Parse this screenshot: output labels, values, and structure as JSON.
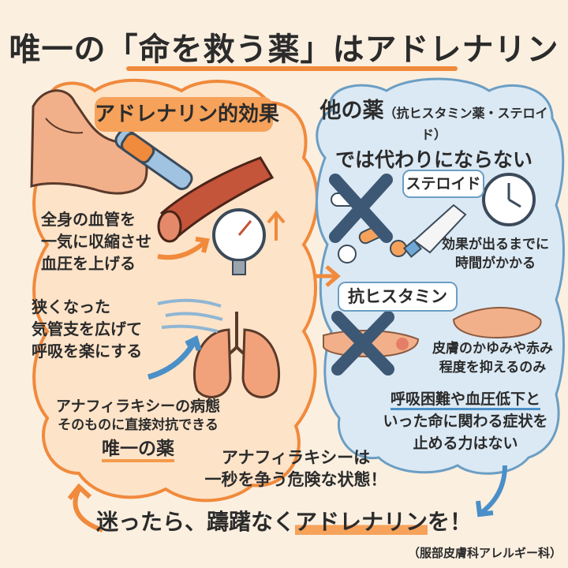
{
  "title": "唯一の「命を救う薬」はアドレナリン",
  "left_panel": {
    "heading": "アドレナリン的効果",
    "effect1": [
      "全身の血管を",
      "一気に収縮させ",
      "血圧を上げる"
    ],
    "effect2": [
      "狭くなった",
      "気管支を広げて",
      "呼吸を楽にする"
    ],
    "summary": [
      "アナフィラキシーの病態",
      "そのものに直接対抗できる",
      "唯一の薬"
    ]
  },
  "right_panel": {
    "heading_main": "他の薬",
    "heading_paren": "（抗ヒスタミン薬・ステロイド）",
    "heading_line2": "では代わりにならない",
    "steroid_label": "ステロイド",
    "steroid_desc": [
      "効果が出るまでに",
      "時間がかかる"
    ],
    "antihistamine_label": "抗ヒスタミン",
    "antihistamine_desc": [
      "皮膚のかゆみや赤み",
      "程度を抑えるのみ"
    ],
    "limitation": [
      "呼吸困難や血圧低下と",
      "いった命に関わる症状を",
      "止める力はない"
    ]
  },
  "center_note": [
    "アナフィラキシーは",
    "一秒を争う危険な状態！"
  ],
  "cta": {
    "before": "迷ったら、躊躇なく",
    "highlight": "アドレナリン",
    "after": "を！"
  },
  "footer": "（服部皮膚科アレルギー科）",
  "colors": {
    "orange": "#f08a3c",
    "blue": "#4a8fc7",
    "background": "#fbefe0",
    "cross": "#3d5875"
  }
}
